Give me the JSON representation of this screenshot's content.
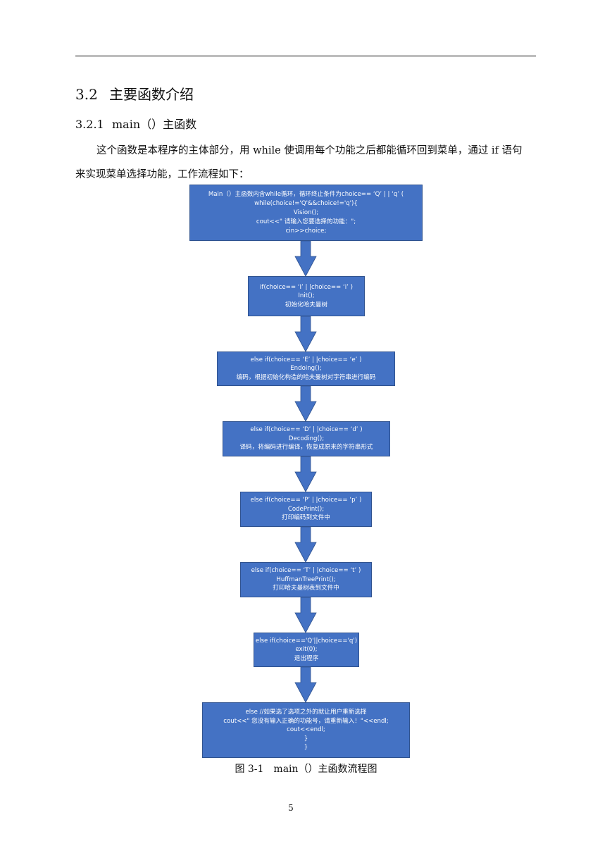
{
  "heading": {
    "number": "3.2",
    "title": "主要函数介绍"
  },
  "subheading": {
    "number": "3.2.1",
    "title": "main（）主函数"
  },
  "paragraph": {
    "line1": "这个函数是本程序的主体部分，用 while 使调用每个功能之后都能循环回到菜单，通过 if 语句",
    "line2": "来实现菜单选择功能，工作流程如下："
  },
  "flowchart": {
    "box_main": [
      "Main（）主函数内含while循环，循环终止条件为choice== ‘Q’ | | ‘q’ (",
      "while(choice!='Q'&&choice!='q'){",
      "Vision();",
      "cout<<\" 请输入您要选择的功能：\";",
      "cin>>choice;"
    ],
    "box_init": [
      "if(choice== ‘I’ | |choice== ‘i’ )",
      "Init();",
      "初始化哈夫曼树"
    ],
    "box_encode": [
      "else if(choice== ‘E’ | |choice== ‘e’ )",
      "Endoing();",
      "编码，根据初始化构造的哈夫曼树对字符串进行编码"
    ],
    "box_decode": [
      "else if(choice== ‘D’ | |choice== ‘d’ )",
      "Decoding();",
      "译码，将编码进行编译，恢复成原来的字符串形式"
    ],
    "box_print": [
      "else if(choice== ‘P’ | |choice== ‘p’ )",
      "CodePrint();",
      "打印编码到文件中"
    ],
    "box_tree": [
      "else if(choice== ‘T’ | |choice== ‘t’ )",
      "HuffmanTreePrint();",
      "打印哈夫曼树表到文件中"
    ],
    "box_exit": [
      "else if(choice=='Q'||choice=='q')",
      "exit(0);",
      "退出程序"
    ],
    "box_else": [
      "else //如果选了选项之外的就让用户重新选择",
      "cout<<\" 您没有输入正确的功能号，请重新输入！\"<<endl;",
      "cout<<endl;",
      "}",
      "}"
    ]
  },
  "caption": "图 3-1　main（）主函数流程图",
  "page_number": "5",
  "colors": {
    "box_fill": "#4472c4",
    "box_border": "#2f528f",
    "box_text": "#ffffff"
  }
}
